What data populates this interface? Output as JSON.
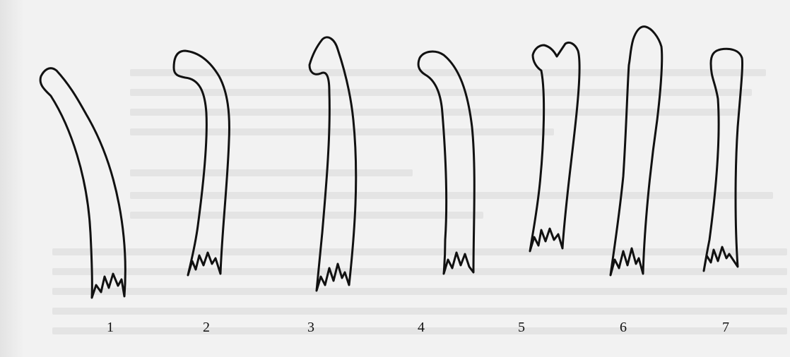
{
  "figure": {
    "labels": [
      "1",
      "2",
      "3",
      "4",
      "5",
      "6",
      "7"
    ]
  },
  "colors": {
    "background": "#f2f2f2",
    "stroke": "#111111"
  }
}
